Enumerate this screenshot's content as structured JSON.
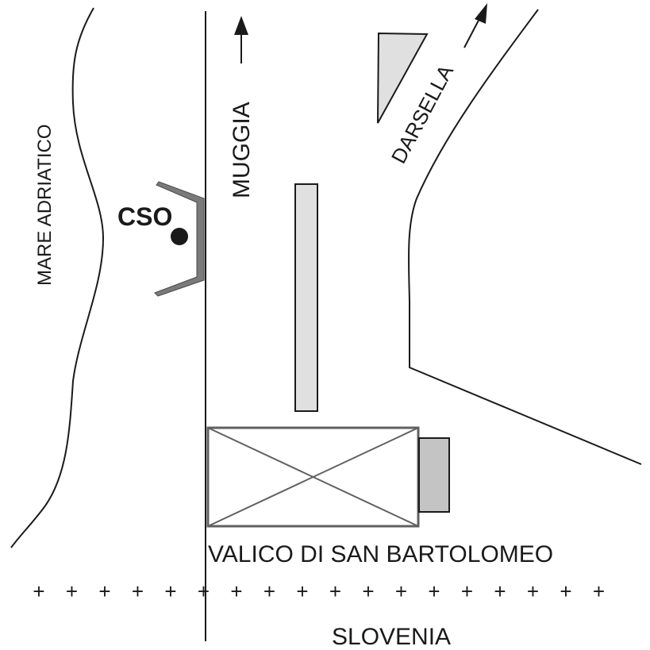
{
  "map": {
    "sea_label": "MARE ADRIATICO",
    "station_label": "CSO",
    "road_label": "MUGGIA",
    "road2_label": "DARSELLA",
    "border_crossing_label": "VALICO DI SAN BARTOLOMEO",
    "country_label": "SLOVENIA",
    "border_marker": "+",
    "colors": {
      "line": "#1a1a1a",
      "building_fill": "#e0e0e0",
      "annex_fill": "#c4c4c4",
      "wall_fill": "#7a7a7a",
      "crossing_stroke": "#606060"
    }
  }
}
